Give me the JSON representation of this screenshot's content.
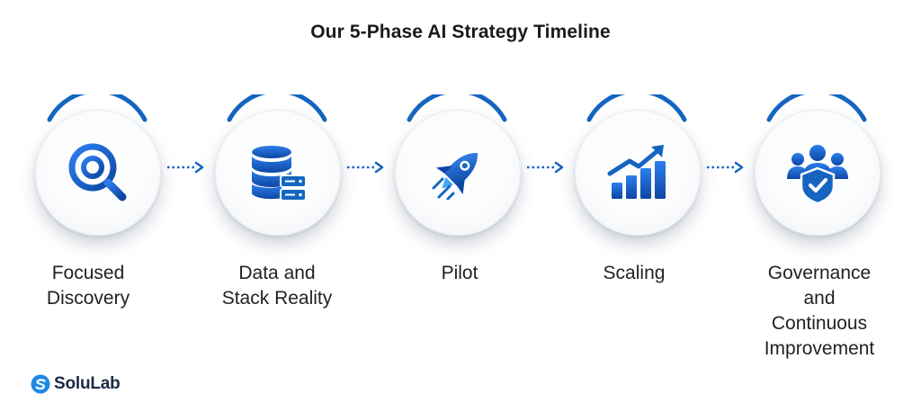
{
  "title": "Our 5-Phase AI Strategy Timeline",
  "phases": [
    {
      "label_lines": [
        "Focused",
        "Discovery"
      ],
      "icon": "magnifier-target-icon"
    },
    {
      "label_lines": [
        "Data and",
        "Stack Reality"
      ],
      "icon": "database-server-icon"
    },
    {
      "label_lines": [
        "Pilot"
      ],
      "icon": "rocket-icon"
    },
    {
      "label_lines": [
        "Scaling"
      ],
      "icon": "growth-chart-icon"
    },
    {
      "label_lines": [
        "Governance",
        "and",
        "Continuous",
        "Improvement"
      ],
      "icon": "team-shield-icon"
    }
  ],
  "brand": {
    "name": "SoluLab"
  },
  "colors": {
    "primary_blue": "#1565c0",
    "dark_blue": "#0d47a1",
    "light_blue": "#42a5f5"
  }
}
